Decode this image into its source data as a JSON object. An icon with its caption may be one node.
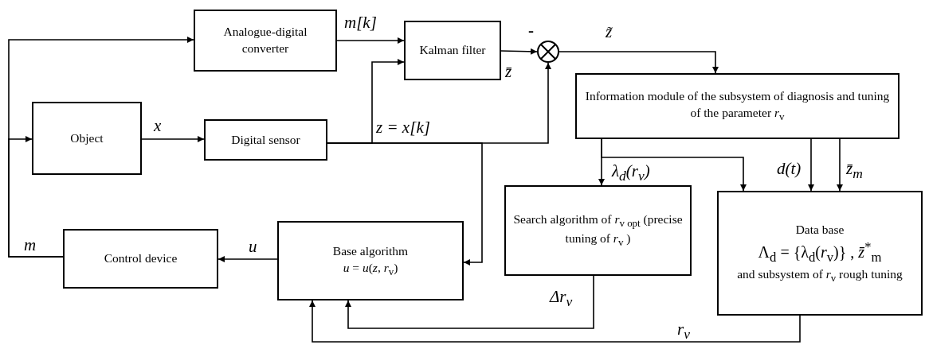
{
  "diagram": {
    "nodes": [
      {
        "text": [
          "Analogue-digital converter"
        ]
      },
      {
        "text": [
          "Kalman filter"
        ]
      },
      {
        "text": [],
        "shape": "circle"
      },
      {
        "text": [
          "Object"
        ]
      },
      {
        "text": [
          "Digital sensor"
        ]
      },
      {
        "text": [
          "Information module of the subsystem of diagnosis and tuning of the parameter *r*$_{v}$"
        ]
      },
      {
        "text": [
          "Search algorithm of *r*$_{v opt}$ (precise tuning of *r*$_{v}$ )"
        ]
      },
      {
        "text": [
          "Data base",
          "Λ$_{d}$ = {λ$_{d}$(*r*$_{v}$)} ,  *z̄*$^{*}$$_{m}$",
          "and subsystem of *r*$_{v}$ rough tuning"
        ]
      },
      {
        "text": [
          "Control device"
        ]
      },
      {
        "text": [
          "Base algorithm",
          "*u* = *u*(*z*, *r*$_{v}$)"
        ]
      }
    ],
    "edges": [
      {
        "from": 8,
        "to": 3,
        "arrow": "to",
        "label": "*m*"
      },
      {
        "from": 8,
        "to": 0,
        "arrow": "to"
      },
      {
        "from": 3,
        "to": 4,
        "arrow": "to",
        "label": "*x*"
      },
      {
        "from": 0,
        "to": 1,
        "arrow": "to",
        "label": "*m*[*k*]"
      },
      {
        "from": 4,
        "to": 1,
        "arrow": "to",
        "label": "*z* = *x*[*k*]"
      },
      {
        "from": 4,
        "to": 2,
        "arrow": "to"
      },
      {
        "from": 4,
        "to": 9,
        "arrow": "to"
      },
      {
        "from": 1,
        "to": 2,
        "arrow": "to",
        "label": "*z̄*"
      },
      {
        "from": 2,
        "to": 5,
        "arrow": "to",
        "label": "*z̃*"
      },
      {
        "from": 5,
        "to": 6,
        "arrow": "to",
        "label": "λ$_{d}$(*r*$_{v}$)"
      },
      {
        "from": 5,
        "to": 7,
        "arrow": "to"
      },
      {
        "from": 5,
        "to": 7,
        "arrow": "to",
        "label": "*d*(*t*)"
      },
      {
        "from": 5,
        "to": 7,
        "arrow": "to",
        "label": "*z̄*$_{m}$"
      },
      {
        "from": 6,
        "to": 9,
        "arrow": "to",
        "label": "Δr$_{v}$"
      },
      {
        "from": 7,
        "to": 9,
        "arrow": "to",
        "label": "*r*$_{v}$"
      },
      {
        "from": 9,
        "to": 8,
        "arrow": "to",
        "label": "*u*"
      }
    ],
    "labels": [
      "-"
    ]
  }
}
